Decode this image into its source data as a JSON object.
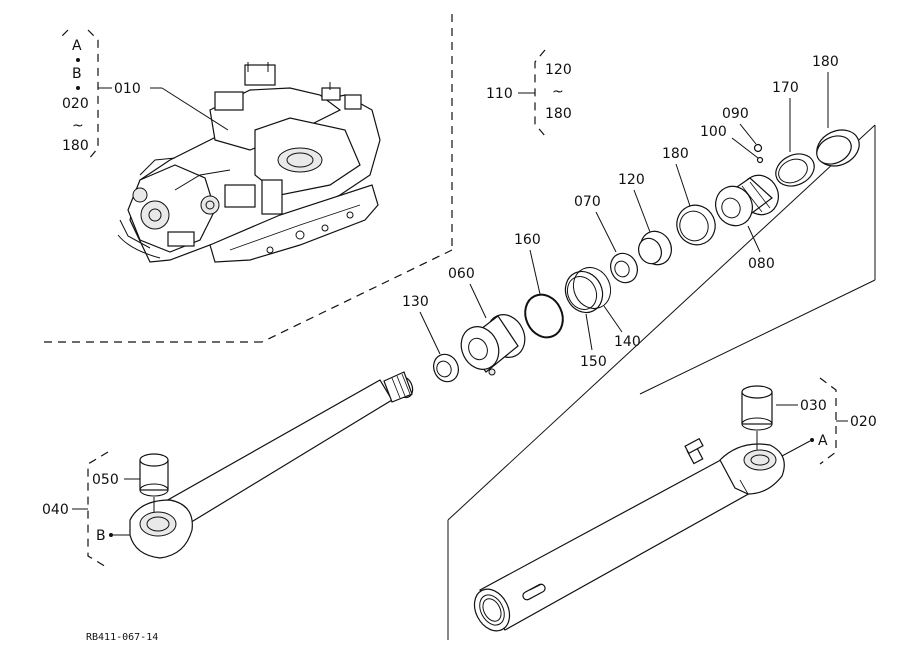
{
  "diagram": {
    "code": "RB411-067-14",
    "inset_group": {
      "letters": [
        "A",
        "B"
      ],
      "from": "020",
      "tilde": "~",
      "to": "180",
      "ref": "010"
    },
    "range_group": {
      "ref": "110",
      "from": "120",
      "tilde": "~",
      "to": "180"
    },
    "callouts": {
      "p180_top": "180",
      "p170": "170",
      "p090": "090",
      "p100": "100",
      "p180_mid": "180",
      "p120": "120",
      "p070": "070",
      "p160": "160",
      "p060": "060",
      "p080": "080",
      "p130": "130",
      "p140": "140",
      "p150": "150",
      "p030": "030",
      "p020": "020",
      "p050": "050",
      "p040": "040"
    },
    "markers": {
      "a": "A",
      "b": "B"
    }
  }
}
